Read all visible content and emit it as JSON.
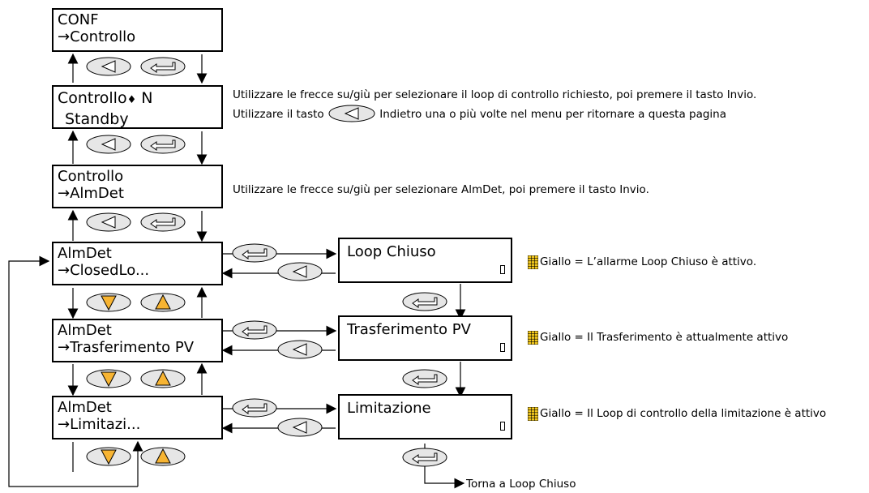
{
  "screens": {
    "conf": {
      "line1": "CONF",
      "line2": "→Controllo"
    },
    "controllo_select": {
      "line1": "Controllo",
      "arrow": "♦",
      "value": "N",
      "line2": "Standby"
    },
    "controllo": {
      "line1": "Controllo",
      "line2": "→AlmDet"
    },
    "almdet_closed": {
      "line1": "AlmDet",
      "line2": "→ClosedLo..."
    },
    "almdet_transfer": {
      "line1": "AlmDet",
      "line2": "→Trasferimento PV"
    },
    "almdet_limit": {
      "line1": "AlmDet",
      "line2": "→Limitazi..."
    },
    "loop_chiuso": {
      "title": "Loop Chiuso"
    },
    "trasferimento_pv": {
      "title": "Trasferimento PV"
    },
    "limitazione": {
      "title": "Limitazione"
    }
  },
  "notes": {
    "select_loop_1": "Utilizzare le frecce su/giù per selezionare il loop di controllo richiesto, poi premere il tasto Invio.",
    "select_loop_2a": "Utilizzare il tasto",
    "select_loop_2b": "Indietro una o più volte nel menu per ritornare a questa pagina",
    "select_almdet": "Utilizzare le frecce su/giù per selezionare AlmDet, poi premere il tasto Invio.",
    "legend_loop_chiuso": "Giallo = L’allarme Loop Chiuso è attivo.",
    "legend_trasferimento": "Giallo = Il Trasferimento è attualmente attivo",
    "legend_limitazione": "Giallo = Il Loop di controllo della limitazione è attivo",
    "return_label": "Torna a Loop Chiuso"
  },
  "keys": {
    "back": "back-key",
    "enter": "enter-key",
    "down": "down-key",
    "up": "up-key"
  },
  "colors": {
    "key_fill": "#e6e6e6",
    "arrow_fill": "#f7b432",
    "indicator_yellow": "#f2c81e",
    "line": "#000000"
  }
}
